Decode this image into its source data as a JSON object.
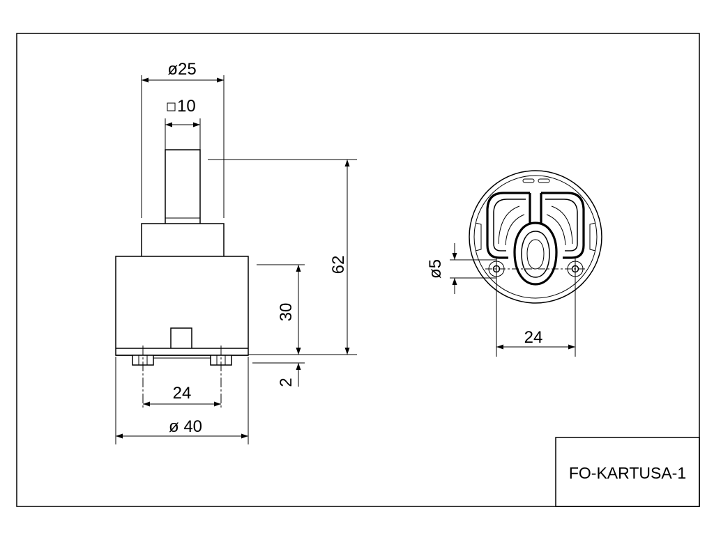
{
  "dimensions": {
    "stem_diameter": "ø25",
    "stem_square": "10",
    "total_height": "62",
    "body_height": "30",
    "pin_height": "2",
    "pin_spacing_side": "24",
    "body_diameter": "ø 40",
    "hole_diameter": "ø5",
    "pin_spacing_bottom": "24"
  },
  "title_block": {
    "code": "FO-KARTUSA-1"
  },
  "icons": {
    "square_symbol": "square-symbol-icon"
  }
}
